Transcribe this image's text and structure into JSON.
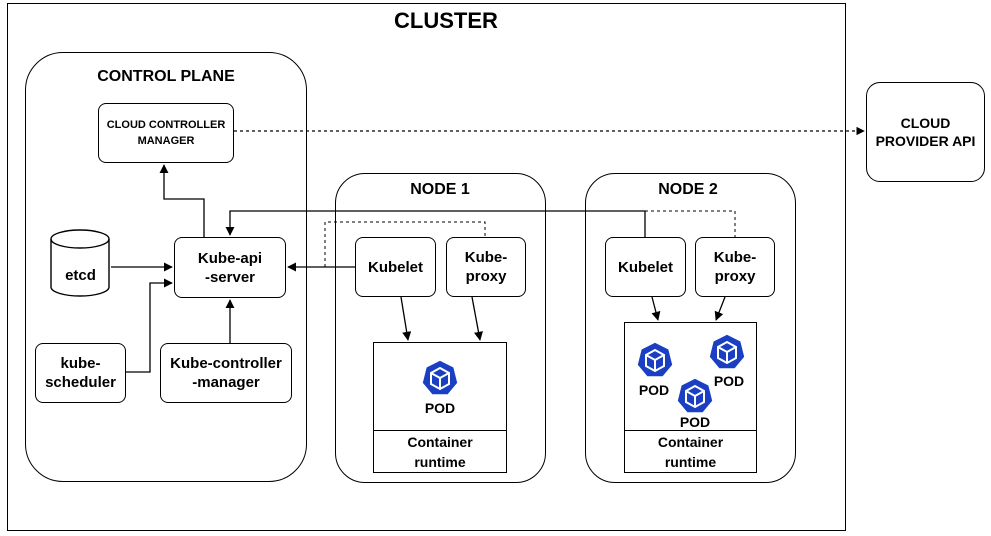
{
  "cluster": {
    "title": "CLUSTER"
  },
  "control_plane": {
    "title": "CONTROL PLANE",
    "ccm": {
      "line1": "CLOUD CONTROLLER",
      "line2": "MANAGER"
    },
    "etcd": "etcd",
    "apiserver": {
      "line1": "Kube-api",
      "line2": "-server"
    },
    "scheduler": {
      "line1": "kube-",
      "line2": "scheduler"
    },
    "controller_manager": {
      "line1": "Kube-controller",
      "line2": "-manager"
    }
  },
  "node1": {
    "title": "NODE 1",
    "kubelet": "Kubelet",
    "proxy": {
      "line1": "Kube-",
      "line2": "proxy"
    },
    "pods": [
      "POD"
    ],
    "runtime": {
      "line1": "Container",
      "line2": "runtime"
    }
  },
  "node2": {
    "title": "NODE 2",
    "kubelet": "Kubelet",
    "proxy": {
      "line1": "Kube-",
      "line2": "proxy"
    },
    "pods": [
      "POD",
      "POD",
      "POD"
    ],
    "runtime": {
      "line1": "Container",
      "line2": "runtime"
    }
  },
  "cloud_provider": {
    "line1": "CLOUD",
    "line2": "PROVIDER API"
  },
  "colors": {
    "pod_icon": "#1a3fc2",
    "line": "#000000"
  }
}
